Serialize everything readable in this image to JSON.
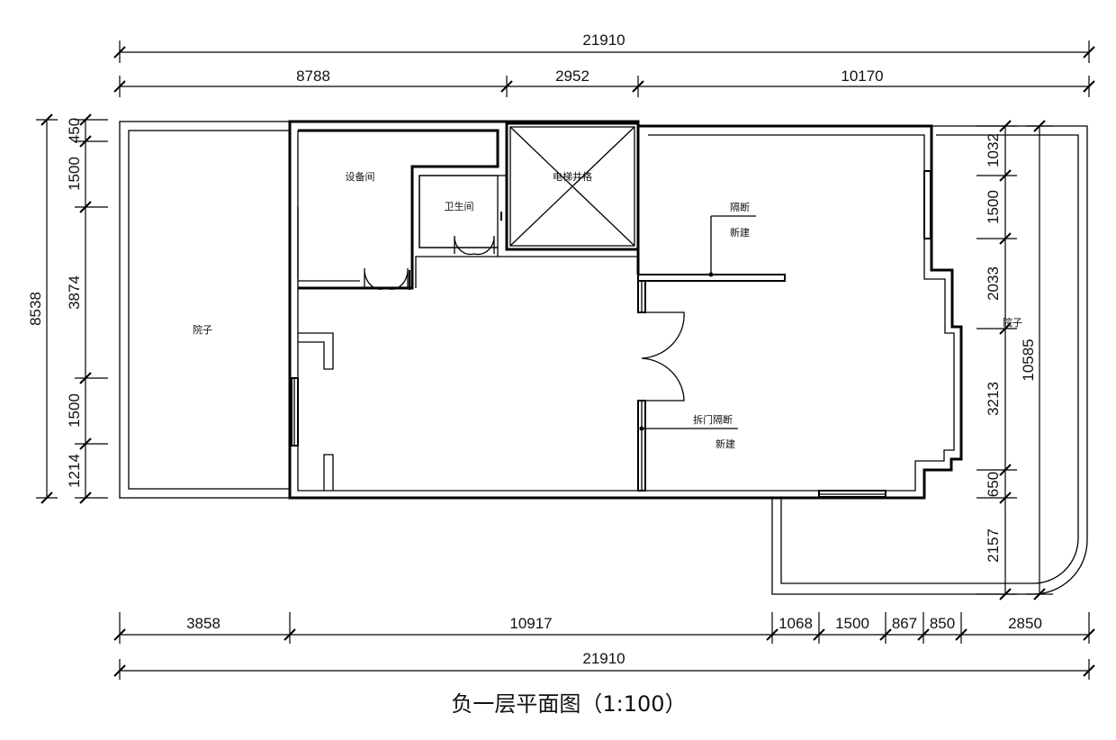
{
  "dimensions": {
    "top_total": "21910",
    "top_segments": [
      "8788",
      "2952",
      "10170"
    ],
    "bottom_segments": [
      "3858",
      "10917",
      "1068",
      "1500",
      "867",
      "850",
      "2850"
    ],
    "bottom_total": "21910",
    "left_total": "8538",
    "left_segments": [
      "450",
      "1500",
      "3874",
      "1500",
      "1214"
    ],
    "right_segments": [
      "1032",
      "1500",
      "2033",
      "3213",
      "650",
      "2157"
    ],
    "right_total": "10585"
  },
  "rooms": {
    "yard_left": "院子",
    "equipment_room": "设备间",
    "bathroom": "卫生间",
    "elevator_shaft": "电梯井格",
    "yard_right": "院子"
  },
  "notes": {
    "partition_1_line1": "隔断",
    "partition_1_line2": "新建",
    "partition_2_line1": "拆门隔断",
    "partition_2_line2": "新建"
  },
  "title": "负一层平面图（1:100）"
}
